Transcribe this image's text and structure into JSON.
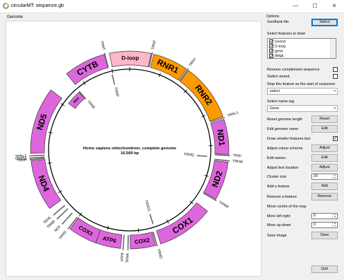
{
  "window": {
    "title": "circularMT: sequence.gb",
    "minimize": "—",
    "maximize": "☐",
    "close": "✕"
  },
  "genome": {
    "label": "Genome",
    "description": "Homo sapiens mitochondrion, complete genome",
    "length": "16,569 bp"
  },
  "map": {
    "ring_color": "#000000",
    "gene_fill": "#dd66dd",
    "rrna_fill": "#ff9900",
    "dloop_fill": "#ffb6c8",
    "trna_fill": "#bbbbbb",
    "features": [
      {
        "name": "D-loop",
        "kind": "dloop",
        "start": 16024,
        "end": 576,
        "strand": 1
      },
      {
        "name": "RNR1",
        "kind": "rrna",
        "start": 648,
        "end": 1601,
        "strand": 1
      },
      {
        "name": "RNR2",
        "kind": "rrna",
        "start": 1671,
        "end": 3229,
        "strand": 1
      },
      {
        "name": "ND1",
        "kind": "gene",
        "start": 3307,
        "end": 4262,
        "strand": 1
      },
      {
        "name": "ND2",
        "kind": "gene",
        "start": 4470,
        "end": 5511,
        "strand": 1
      },
      {
        "name": "COX1",
        "kind": "gene",
        "start": 5904,
        "end": 7445,
        "strand": 1
      },
      {
        "name": "COX2",
        "kind": "gene",
        "start": 7586,
        "end": 8269,
        "strand": 1
      },
      {
        "name": "ATP6",
        "kind": "gene",
        "start": 8527,
        "end": 9207,
        "strand": 1
      },
      {
        "name": "COX3",
        "kind": "gene",
        "start": 9207,
        "end": 9990,
        "strand": 1
      },
      {
        "name": "ND4",
        "kind": "gene",
        "start": 10760,
        "end": 12137,
        "strand": 1
      },
      {
        "name": "ND5",
        "kind": "gene",
        "start": 12337,
        "end": 14148,
        "strand": 1
      },
      {
        "name": "ND6",
        "kind": "gene",
        "start": 14149,
        "end": 14673,
        "strand": -1
      },
      {
        "name": "CYTB",
        "kind": "gene",
        "start": 14747,
        "end": 15887,
        "strand": 1
      }
    ],
    "trnas": [
      {
        "name": "TRNF",
        "pos": 600,
        "strand": 1
      },
      {
        "name": "TRNV",
        "pos": 1640,
        "strand": 1
      },
      {
        "name": "TRNL1",
        "pos": 3265,
        "strand": 1
      },
      {
        "name": "TRNI",
        "pos": 4290,
        "strand": 1
      },
      {
        "name": "TRNQ",
        "pos": 4360,
        "strand": -1
      },
      {
        "name": "TRNM",
        "pos": 4430,
        "strand": 1
      },
      {
        "name": "TRNW",
        "pos": 5540,
        "strand": 1
      },
      {
        "name": "TRNS1",
        "pos": 7480,
        "strand": -1
      },
      {
        "name": "TRND",
        "pos": 7550,
        "strand": 1
      },
      {
        "name": "TRNK",
        "pos": 8330,
        "strand": 1
      },
      {
        "name": "ATP8",
        "pos": 8460,
        "strand": 1
      },
      {
        "name": "TRNG",
        "pos": 10030,
        "strand": 1
      },
      {
        "name": "ND3",
        "pos": 10230,
        "strand": 1
      },
      {
        "name": "TRNR",
        "pos": 10420,
        "strand": 1
      },
      {
        "name": "ND4L",
        "pos": 10560,
        "strand": 1
      },
      {
        "name": "TRNH",
        "pos": 12170,
        "strand": 1
      },
      {
        "name": "TRNS2",
        "pos": 12210,
        "strand": 1
      },
      {
        "name": "TRNL2",
        "pos": 12270,
        "strand": 1
      },
      {
        "name": "TRNE",
        "pos": 14700,
        "strand": -1
      },
      {
        "name": "TRNT",
        "pos": 15900,
        "strand": 1
      },
      {
        "name": "TRNP",
        "pos": 15970,
        "strand": -1
      }
    ]
  },
  "options": {
    "group_title": "Options",
    "genbank_label": "GenBank file:",
    "select_button": "Select",
    "features_title": "Select features to draw",
    "feature_list": [
      {
        "label": "source",
        "checked": true
      },
      {
        "label": "D-loop",
        "checked": true
      },
      {
        "label": "gene",
        "checked": true
      },
      {
        "label": "tRNA",
        "checked": true
      }
    ],
    "reverse_complement": {
      "label": "Reverse complement sequence",
      "checked": false
    },
    "switch_strand": {
      "label": "Switch strand",
      "checked": false
    },
    "start_feature_label": "Stop this feature as the start of sequence",
    "start_feature_value": "select",
    "name_tag_label": "Select name tag",
    "name_tag_value": "Gene",
    "reset_length": {
      "label": "Reset genome length",
      "button": "Reset"
    },
    "edit_genome_name": {
      "label": "Edit genome name",
      "button": "Edit"
    },
    "draw_smaller_last": {
      "label": "Draw smaller features last",
      "checked": true
    },
    "adjust_colour": {
      "label": "Adjust colour scheme",
      "button": "Adjust"
    },
    "edit_names": {
      "label": "Edit names",
      "button": "Edit"
    },
    "adjust_text": {
      "label": "Adjust text location",
      "button": "Adjust"
    },
    "cluster_size": {
      "label": "Cluster size",
      "value": "20"
    },
    "add_feature": {
      "label": "Add a feature",
      "button": "Add"
    },
    "remove_feature": {
      "label": "Remove a feature",
      "button": "Remove"
    },
    "move_centre_label": "Move centre of the map",
    "more_left_right": {
      "label": "More left-right",
      "value": "0"
    },
    "more_up_down": {
      "label": "More up-down",
      "value": "0"
    },
    "save_image": {
      "label": "Save image",
      "button": "Save"
    },
    "quit_button": "Quit"
  }
}
